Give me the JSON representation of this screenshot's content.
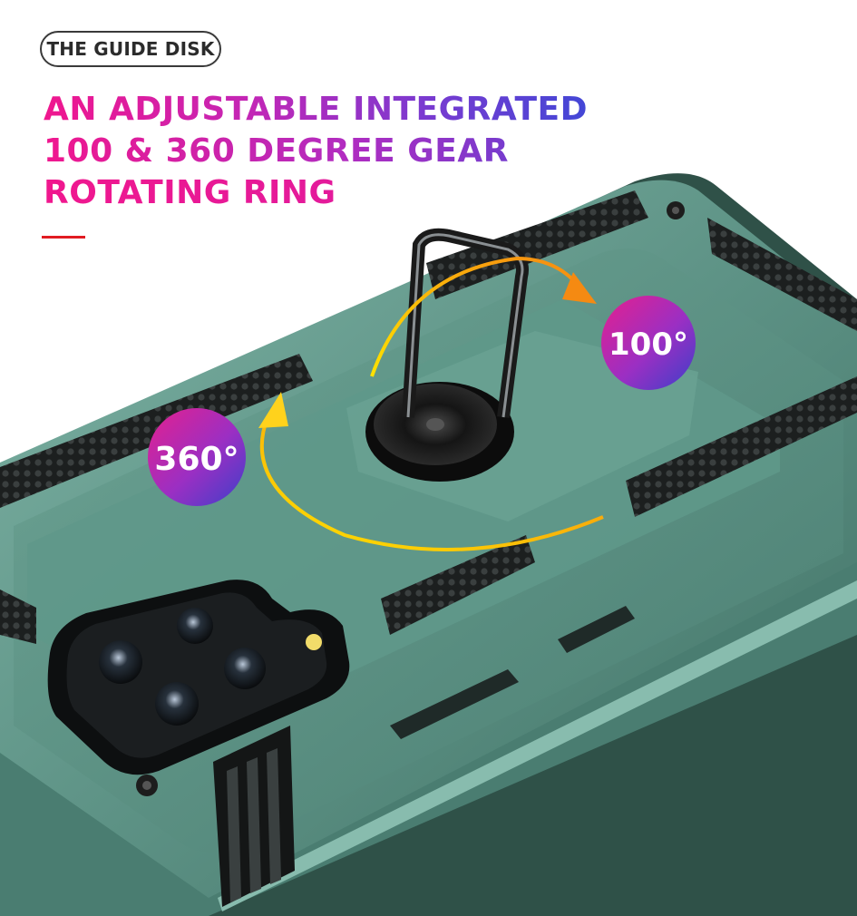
{
  "badge": {
    "label": "THE GUIDE DISK"
  },
  "headline": {
    "line1": "AN ADJUSTABLE INTEGRATED",
    "line2": "100 & 360 DEGREE GEAR",
    "line3": "ROTATING RING"
  },
  "labels": {
    "left_angle": "360°",
    "right_angle": "100°"
  },
  "colors": {
    "case_green": "#5d9285",
    "accent_red": "#e11b22",
    "arrow_orange": "#f5a21a",
    "gradient_pink": "#f0178e",
    "gradient_blue": "#4347d6"
  }
}
